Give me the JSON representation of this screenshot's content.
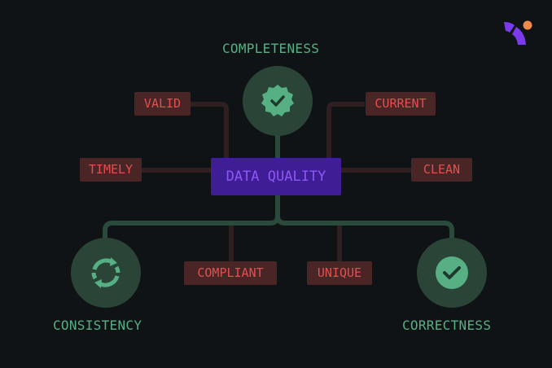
{
  "center_label": "DATA QUALITY",
  "pillars": [
    {
      "label": "COMPLETENESS",
      "icon": "verified-badge-icon"
    },
    {
      "label": "CONSISTENCY",
      "icon": "refresh-cycle-icon"
    },
    {
      "label": "CORRECTNESS",
      "icon": "check-circle-icon"
    }
  ],
  "attributes": [
    "VALID",
    "TIMELY",
    "CURRENT",
    "CLEAN",
    "COMPLIANT",
    "UNIQUE"
  ],
  "colors": {
    "background": "#101316",
    "accent": "#3e1d95",
    "pillar": "#56b083",
    "attribute": "#e0504f"
  }
}
